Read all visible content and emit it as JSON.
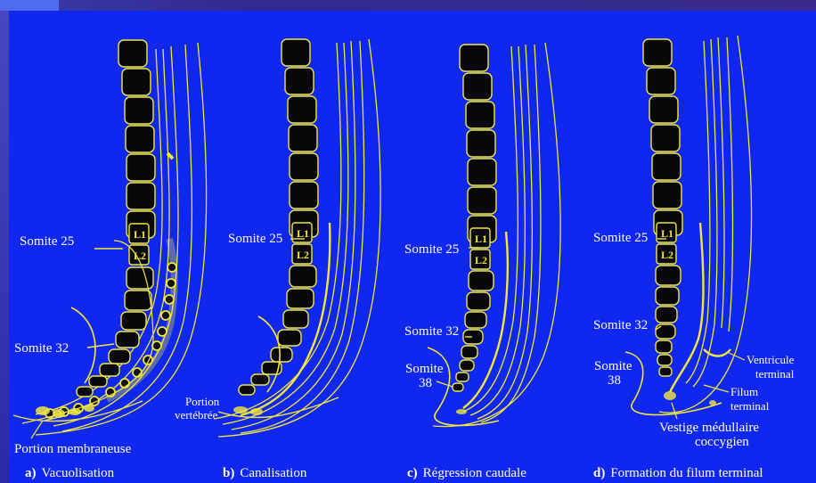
{
  "panels": [
    {
      "caption_letter": "a)",
      "caption_text": "Vacuolisation",
      "somite_25": "Somite 25",
      "somite_32": "Somite 32",
      "label_vert_1": "Portion",
      "label_vert_2": "vertébrée",
      "label_membrane": "Portion membraneuse",
      "level_1": "L1",
      "level_2": "L2"
    },
    {
      "caption_letter": "b)",
      "caption_text": "Canalisation",
      "somite_25": "Somite 25",
      "level_1": "L1",
      "level_2": "L2"
    },
    {
      "caption_letter": "c)",
      "caption_text": "Régression caudale",
      "somite_25": "Somite 25",
      "somite_32": "Somite 32",
      "somite_38_a": "Somite",
      "somite_38_b": "38",
      "level_1": "L1",
      "level_2": "L2"
    },
    {
      "caption_letter": "d)",
      "caption_text": "Formation du filum terminal",
      "somite_25": "Somite 25",
      "somite_32": "Somite 32",
      "somite_38_a": "Somite",
      "somite_38_b": "38",
      "ventricule_1": "Ventricule",
      "ventricule_2": "terminal",
      "filum_1": "Filum",
      "filum_2": "terminal",
      "vestige_1": "Vestige médullaire",
      "vestige_2": "coccygien",
      "level_1": "L1",
      "level_2": "L2"
    }
  ],
  "colors": {
    "background": "#0f27ee",
    "frame": "#3a2a8e",
    "outline": "#f2e73c",
    "somite_fill": "#080808",
    "text": "#ffffff"
  }
}
